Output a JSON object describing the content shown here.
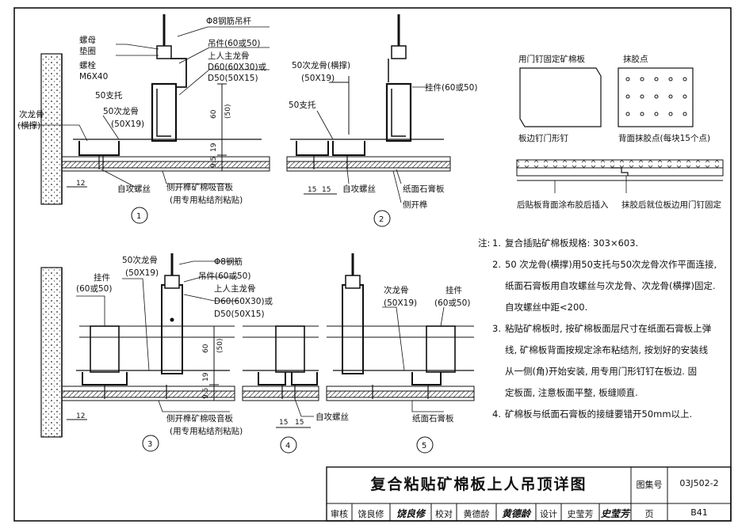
{
  "details": {
    "d1": {
      "number": "1",
      "labels": {
        "rod": "Φ8钢筋吊杆",
        "nut": "螺母",
        "washer": "垫圈",
        "bolt": "螺栓",
        "bolt_size": "M6X40",
        "hanger": "吊件(60或50)",
        "main_keel": "上人主龙骨",
        "main_keel_size1": "D60(60X30)或",
        "main_keel_size2": "D50(50X15)",
        "support": "50支托",
        "sec_keel": "50次龙骨",
        "sec_keel_size": "(50X19)",
        "cross_keel": "次龙骨",
        "cross_keel_sub": "(横撑)",
        "screw": "自攻螺丝",
        "board1": "侧开榫矿棉吸音板",
        "board2": "(用专用粘结剂粘贴)"
      },
      "dims": [
        "60",
        "(50)",
        "19",
        "9.5",
        "12"
      ]
    },
    "d2": {
      "number": "2",
      "labels": {
        "sec_keel": "50次龙骨(横撑)",
        "sec_keel_size": "(50X19)",
        "hanger": "挂件(60或50)",
        "support": "50支托",
        "screw": "自攻螺丝",
        "gypsum": "纸面石膏板",
        "tenon": "侧开榫"
      },
      "dims": [
        "15",
        "15"
      ]
    },
    "d3": {
      "number": "3",
      "labels": {
        "hanger": "挂件",
        "hanger_size": "(60或50)",
        "sec_keel": "50次龙骨",
        "sec_keel_size": "(50X19)",
        "rod": "Φ8钢筋",
        "hanger2": "吊件(60或50)",
        "main_keel": "上人主龙骨",
        "main_keel_size1": "D60(60X30)或",
        "main_keel_size2": "D50(50X15)",
        "board1": "侧开榫矿棉吸音板",
        "board2": "(用专用粘结剂粘贴)"
      },
      "dims": [
        "60",
        "(50)",
        "19",
        "9.5",
        "12"
      ]
    },
    "d4": {
      "number": "4",
      "labels": {
        "screw": "自攻螺丝"
      },
      "dims": [
        "15",
        "15"
      ]
    },
    "d5": {
      "number": "5",
      "labels": {
        "sec_keel": "次龙骨",
        "sec_keel_size": "(50X19)",
        "hanger": "挂件",
        "hanger_size": "(60或50)",
        "gypsum": "纸面石膏板"
      }
    }
  },
  "panels": {
    "door_nail_label": "用门钉固定矿棉板",
    "glue_dots_label": "抹胶点",
    "edge_nail_caption": "板边钉门形钉",
    "back_glue_caption": "背面抹胶点(每块15个点)",
    "insert_caption": "后贴板背面涂布胶后插入",
    "fix_caption": "抹胶后就位板边用门钉固定"
  },
  "notes": {
    "lead": "注:",
    "items": [
      {
        "num": "1.",
        "lines": [
          "复合插贴矿棉板规格: 303×603."
        ]
      },
      {
        "num": "2.",
        "lines": [
          "50 次龙骨(横撑)用50支托与50次龙骨次作平面连接,",
          "纸面石膏板用自攻螺丝与次龙骨、次龙骨(横撑)固定.",
          "自攻螺丝中距<200."
        ]
      },
      {
        "num": "3.",
        "lines": [
          "粘贴矿棉板时, 按矿棉板面层尺寸在纸面石膏板上弹",
          "线, 矿棉板背面按规定涂布粘结剂, 按划好的安装线",
          "从一侧(角)开始安装, 用专用门形钉钉在板边. 固",
          "定板面, 注意板面平整, 板缝顺直."
        ]
      },
      {
        "num": "4.",
        "lines": [
          "矿棉板与纸面石膏板的接缝要错开50mm以上."
        ]
      }
    ]
  },
  "title_block": {
    "title": "复合粘贴矿棉板上人吊顶详图",
    "atlas_label": "图集号",
    "atlas_no": "03J502-2",
    "review_label": "审核",
    "reviewer": "饶良修",
    "reviewer_sig": "饶良修",
    "check_label": "校对",
    "checker": "黄德龄",
    "checker_sig": "黄德龄",
    "design_label": "设计",
    "designer": "史莹芳",
    "designer_sig": "史莹芳",
    "page_label": "页",
    "page_no": "B41"
  }
}
